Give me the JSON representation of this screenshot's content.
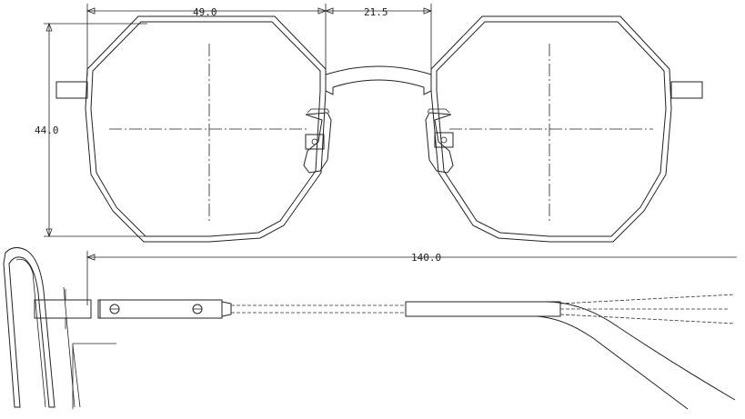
{
  "dimensions": {
    "lens_width": "49.0",
    "bridge_width": "21.5",
    "lens_height": "44.0",
    "temple_length": "140.0"
  }
}
